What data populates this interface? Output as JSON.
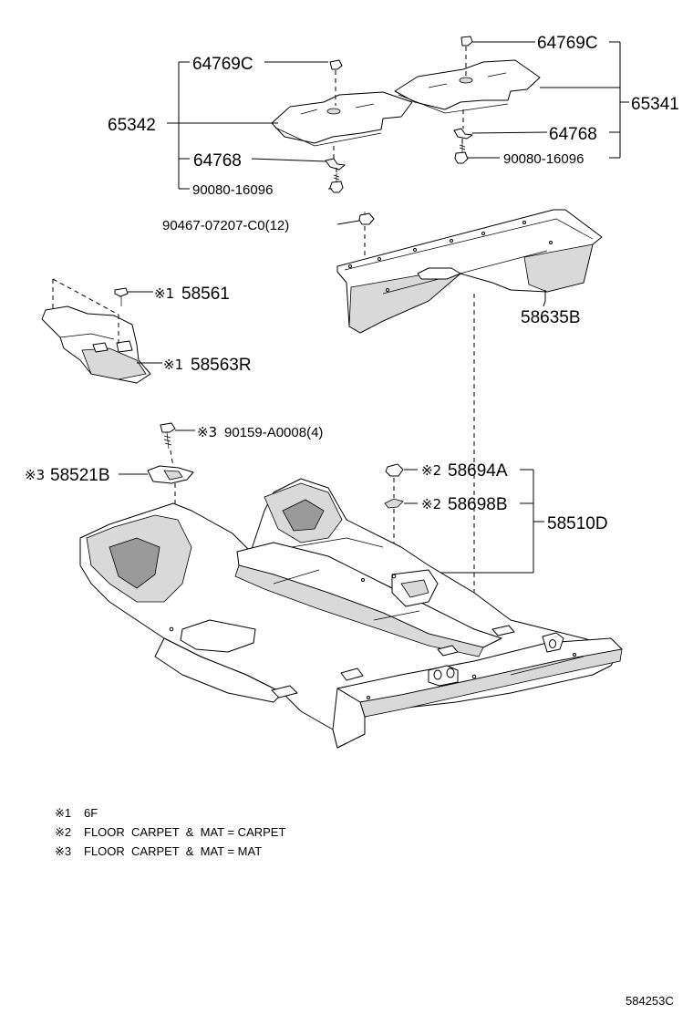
{
  "labels": {
    "p64769c_left": "64769C",
    "p64769c_right": "64769C",
    "p65342": "65342",
    "p65341": "65341",
    "p64768_left": "64768",
    "p64768_right": "64768",
    "p90080_left": "90080-16096",
    "p90080_right": "90080-16096",
    "p90467": "90467-07207-C0(12)",
    "p58561": "58561",
    "p58563r": "58563R",
    "p58635b": "58635B",
    "p90159": "90159-A0008(4)",
    "p58521b": "58521B",
    "p58694a": "58694A",
    "p58698b": "58698B",
    "p58510d": "58510D"
  },
  "marks": {
    "m58561": "※1",
    "m58563r": "※1",
    "m90159": "※3",
    "m58521b": "※3",
    "m58694a": "※2",
    "m58698b": "※2"
  },
  "notes": [
    {
      "mark": "※1",
      "text": "6F"
    },
    {
      "mark": "※2",
      "text": "FLOOR  CARPET  &  MAT = CARPET"
    },
    {
      "mark": "※3",
      "text": "FLOOR  CARPET  &  MAT = MAT"
    }
  ],
  "diagram_code": "584253C"
}
